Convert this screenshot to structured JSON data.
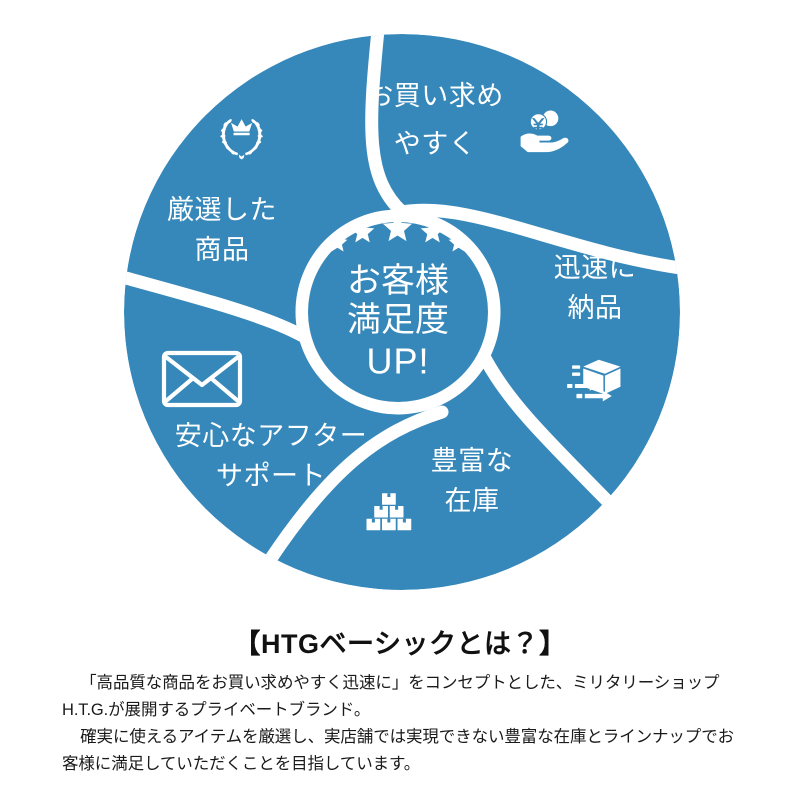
{
  "theme": {
    "brand_blue": "#3688BA",
    "background": "#FFFFFF",
    "text_color": "#1A1A1A"
  },
  "infographic": {
    "center": {
      "name": "customer-satisfaction-badge",
      "lines": [
        "お客様",
        "満足度",
        "UP!"
      ],
      "stars_count": 5
    },
    "segments": [
      {
        "id": "value-pricing",
        "icon": "hand-holding-yen-coin-icon",
        "lines": [
          "お買い求め",
          "やすく"
        ]
      },
      {
        "id": "fast-delivery",
        "icon": "fast-shipping-box-icon",
        "lines": [
          "迅速に",
          "納品"
        ]
      },
      {
        "id": "large-stock",
        "icon": "stacked-boxes-icon",
        "lines": [
          "豊富な",
          "在庫"
        ]
      },
      {
        "id": "after-support",
        "icon": "envelope-icon",
        "lines": [
          "安心なアフター",
          "サポート"
        ]
      },
      {
        "id": "curated-products",
        "icon": "crown-laurel-icon",
        "lines": [
          "厳選した",
          "商品"
        ]
      }
    ]
  },
  "bottom": {
    "title": "【HTGベーシックとは？】",
    "paragraphs": [
      "「高品質な商品をお買い求めやすく迅速に」をコンセプトとした、ミリタリーショップH.T.G.が展開するプライベートブランド。",
      "確実に使えるアイテムを厳選し、実店舗では実現できない豊富な在庫とラインナップでお客様に満足していただくことを目指しています。"
    ]
  }
}
